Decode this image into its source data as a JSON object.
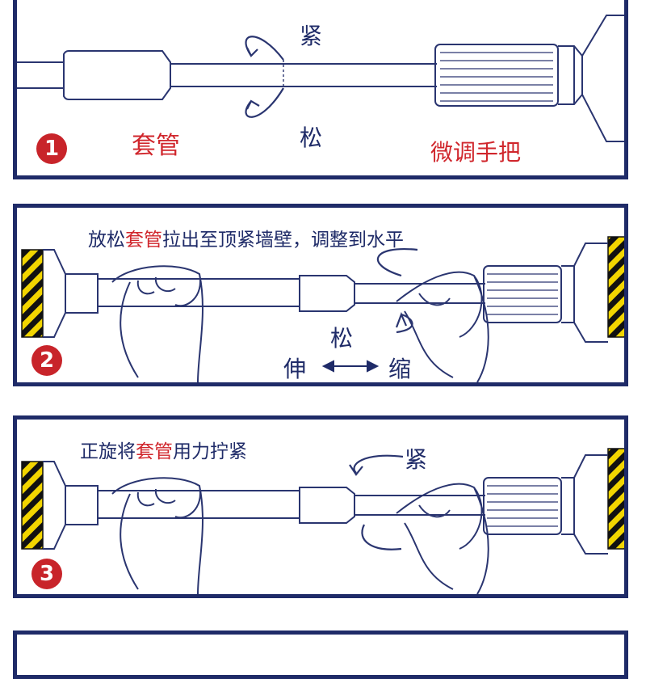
{
  "steps": [
    {
      "number": "1",
      "labels": {
        "tube": "套管",
        "handle": "微调手把",
        "tighten": "紧",
        "loosen": "松"
      }
    },
    {
      "number": "2",
      "caption": {
        "pre": "放松",
        "highlight": "套管",
        "post": "拉出至顶紧墙壁，调整到水平"
      },
      "labels": {
        "loosen": "松",
        "extend": "伸",
        "shrink": "缩"
      }
    },
    {
      "number": "3",
      "caption": {
        "pre": "正旋将",
        "highlight": "套管",
        "post": "用力拧紧"
      },
      "labels": {
        "tighten": "紧"
      }
    }
  ],
  "colors": {
    "border": "#1f2b68",
    "accent": "#d0262c",
    "badge": "#c8242a",
    "stripe_yellow": "#f2d500"
  }
}
